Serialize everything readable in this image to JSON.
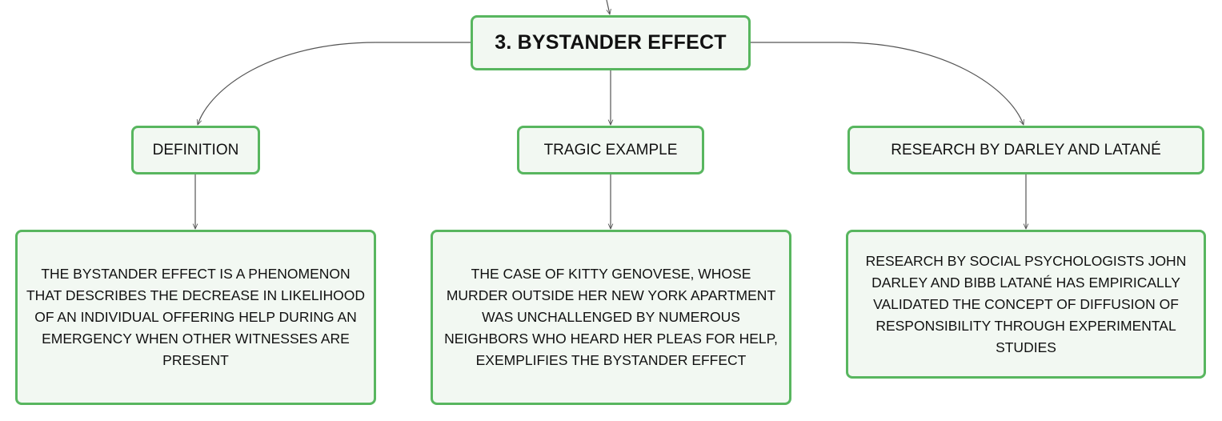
{
  "diagram": {
    "root": {
      "label": "3. BYSTANDER EFFECT"
    },
    "branches": [
      {
        "label": "DEFINITION",
        "detail": "THE BYSTANDER EFFECT IS A PHENOMENON THAT DESCRIBES THE DECREASE IN LIKELIHOOD OF AN INDIVIDUAL OFFERING HELP DURING AN EMERGENCY WHEN OTHER WITNESSES ARE PRESENT"
      },
      {
        "label": "TRAGIC EXAMPLE",
        "detail": "THE CASE OF KITTY GENOVESE, WHOSE MURDER OUTSIDE HER NEW YORK APARTMENT WAS UNCHALLENGED BY NUMEROUS NEIGHBORS WHO HEARD HER PLEAS FOR HELP, EXEMPLIFIES THE BYSTANDER EFFECT"
      },
      {
        "label": "RESEARCH BY DARLEY AND LATANÉ",
        "detail": "RESEARCH BY SOCIAL PSYCHOLOGISTS JOHN DARLEY AND BIBB LATANÉ HAS EMPIRICALLY VALIDATED THE CONCEPT OF DIFFUSION OF RESPONSIBILITY THROUGH EXPERIMENTAL STUDIES"
      }
    ],
    "colors": {
      "node_border": "#58b65f",
      "node_fill": "#f2f8f2",
      "connector": "#555555",
      "text": "#111111"
    }
  }
}
